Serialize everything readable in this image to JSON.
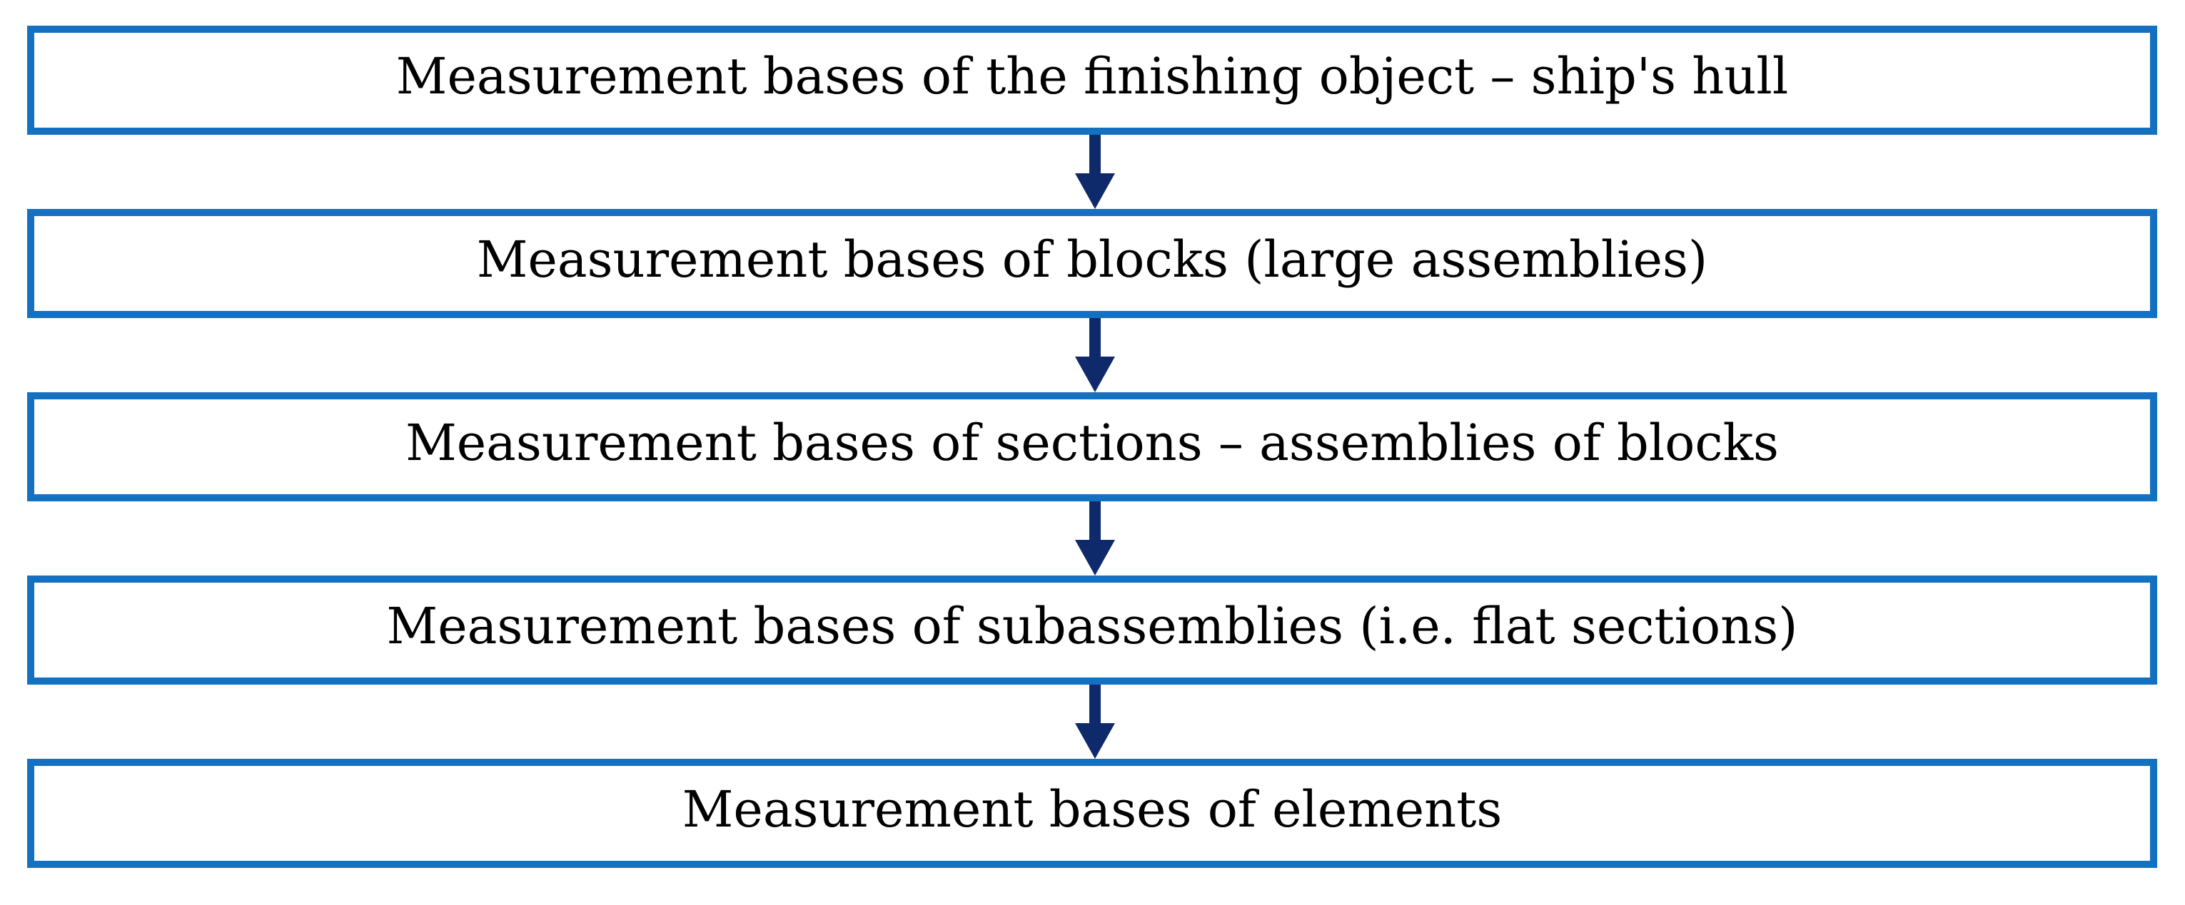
{
  "diagram": {
    "boxes": [
      {
        "label": "Measurement bases of the finishing object – ship's hull"
      },
      {
        "label": "Measurement bases of blocks (large assemblies)"
      },
      {
        "label": "Measurement bases of sections – assemblies of blocks"
      },
      {
        "label": "Measurement bases of subassemblies (i.e. flat sections)"
      },
      {
        "label": "Measurement bases of elements"
      }
    ],
    "colors": {
      "box_border": "#1470c1",
      "arrow": "#0f2a6b",
      "text": "#000000"
    }
  }
}
